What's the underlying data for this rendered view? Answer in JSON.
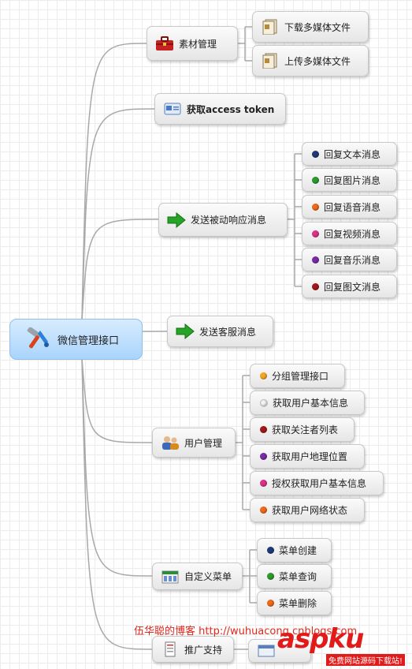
{
  "root": {
    "label": "微信管理接口",
    "icon": "tools-icon"
  },
  "branches": [
    {
      "label": "素材管理",
      "icon": "toolbox-icon",
      "children": [
        {
          "label": "下载多媒体文件",
          "icon": "file-stack-icon"
        },
        {
          "label": "上传多媒体文件",
          "icon": "file-stack-icon"
        }
      ]
    },
    {
      "label": "获取access token",
      "icon": "id-card-icon",
      "children": []
    },
    {
      "label": "发送被动响应消息",
      "icon": "green-arrow-icon",
      "children": [
        {
          "label": "回复文本消息",
          "dot": "#1f3a7a"
        },
        {
          "label": "回复图片消息",
          "dot": "#2e9a2e"
        },
        {
          "label": "回复语音消息",
          "dot": "#f06a1a"
        },
        {
          "label": "回复视频消息",
          "dot": "#e0308a"
        },
        {
          "label": "回复音乐消息",
          "dot": "#7a2aa8"
        },
        {
          "label": "回复图文消息",
          "dot": "#a31818"
        }
      ]
    },
    {
      "label": "发送客服消息",
      "icon": "green-arrow-icon",
      "children": []
    },
    {
      "label": "用户管理",
      "icon": "users-icon",
      "children": [
        {
          "label": "分组管理接口",
          "dot": "#f5a623"
        },
        {
          "label": "获取用户基本信息",
          "dot": "#f4f4f4"
        },
        {
          "label": "获取关注者列表",
          "dot": "#a31818"
        },
        {
          "label": "获取用户地理位置",
          "dot": "#7a2aa8"
        },
        {
          "label": "授权获取用户基本信息",
          "dot": "#e0308a"
        },
        {
          "label": "获取用户网络状态",
          "dot": "#f06a1a"
        }
      ]
    },
    {
      "label": "自定义菜单",
      "icon": "menu-icon",
      "children": [
        {
          "label": "菜单创建",
          "dot": "#1f3a7a"
        },
        {
          "label": "菜单查询",
          "dot": "#2e9a2e"
        },
        {
          "label": "菜单删除",
          "dot": "#f06a1a"
        }
      ]
    },
    {
      "label": "推广支持",
      "icon": "document-icon",
      "children": []
    }
  ],
  "watermark": {
    "blog": "伍华聪的博客 http://wuhuacong.cnblogs.com",
    "site": "aspku",
    "site_sub": "免费网站源码下载站!"
  }
}
